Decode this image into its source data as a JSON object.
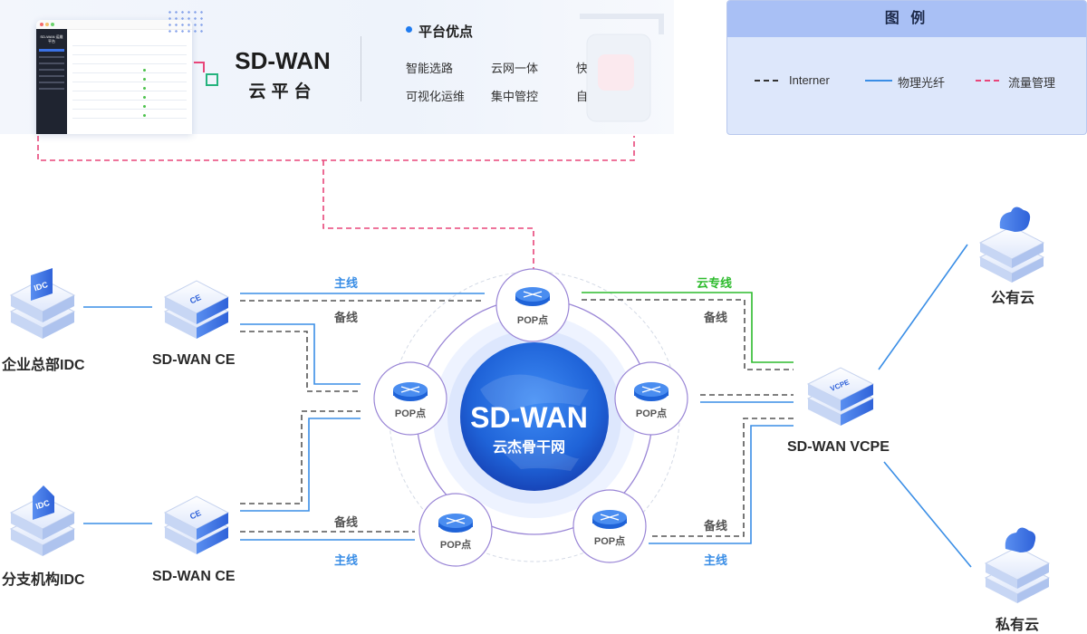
{
  "platform": {
    "dashboard_title": "SD-WAN 运维平台",
    "title": "SD-WAN",
    "subtitle": "云平台",
    "advantages_title": "平台优点",
    "advantages": [
      "智能选路",
      "云网一体",
      "快速组网",
      "可视化运维",
      "集中管控",
      "自动编排"
    ]
  },
  "legend": {
    "title": "图 例",
    "items": [
      {
        "label": "Interner",
        "color": "#333333",
        "style": "dashed"
      },
      {
        "label": "物理光纤",
        "color": "#3a8ee6",
        "style": "solid"
      },
      {
        "label": "流量管理",
        "color": "#e8467a",
        "style": "dashed"
      }
    ]
  },
  "nodes": {
    "hq_idc": "企业总部IDC",
    "branch_idc": "分支机构IDC",
    "ce_top": "SD-WAN CE",
    "ce_bottom": "SD-WAN CE",
    "vcpe": "SD-WAN VCPE",
    "public_cloud": "公有云",
    "private_cloud": "私有云",
    "pop": "POP点"
  },
  "icon_text": {
    "idc": "IDC",
    "ce": "CE",
    "vcpe": "VCPE"
  },
  "core": {
    "title": "SD-WAN",
    "subtitle": "云杰骨干网"
  },
  "line_labels": {
    "main_top": "主线",
    "backup_top": "备线",
    "backup_bottom": "备线",
    "main_bottom": "主线",
    "cloud_line": "云专线",
    "backup_right_top": "备线",
    "backup_right_bottom": "备线",
    "main_right_bottom": "主线"
  },
  "colors": {
    "fiber": "#3a8ee6",
    "internet": "#555555",
    "traffic": "#e8467a",
    "cloud_line": "#2dbb2d",
    "core": "#1f63d8"
  }
}
